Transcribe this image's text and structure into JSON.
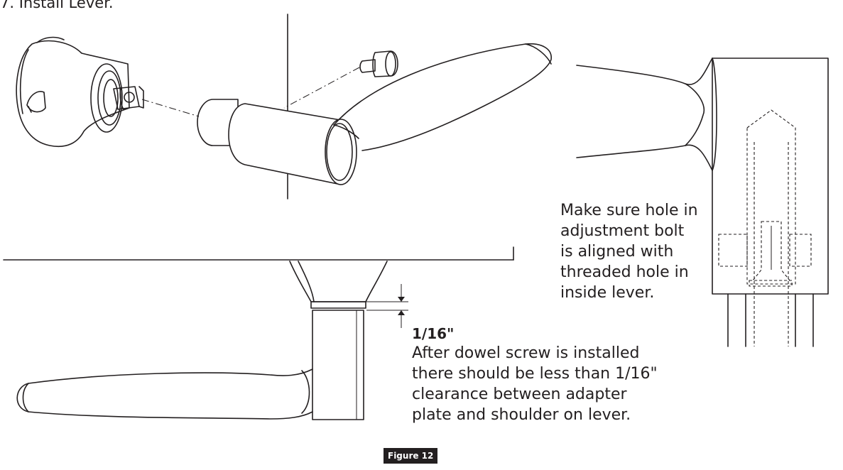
{
  "step_title": "7. Install Lever.",
  "alignment_note": {
    "lines": [
      "Make sure hole in",
      "adjustment bolt",
      "is aligned with",
      "threaded hole in",
      "inside lever."
    ]
  },
  "clearance_dimension": "1/16\"",
  "clearance_note": {
    "lines": [
      "After dowel screw is installed",
      "there should be less than 1/16\"",
      "clearance between adapter",
      "plate and shoulder on lever."
    ]
  },
  "figure_label": "Figure 12"
}
